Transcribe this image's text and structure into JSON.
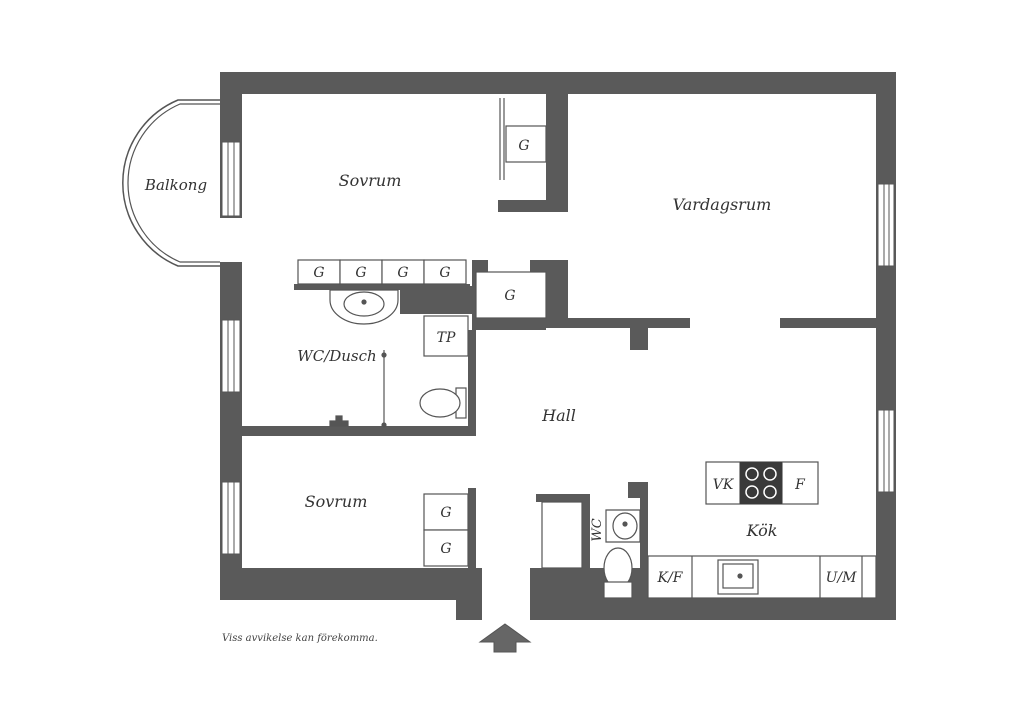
{
  "colors": {
    "wall": "#5a5a5a",
    "line": "#555555",
    "fixture": "#888888",
    "stove": "#3a3a3a",
    "background": "#ffffff"
  },
  "rooms": {
    "balcony": "Balkong",
    "bedroom_top": "Sovrum",
    "living_room": "Vardagsrum",
    "bathroom": "WC/Dusch",
    "hall": "Hall",
    "bedroom_bottom": "Sovrum",
    "kitchen": "Kök",
    "wc": "WC"
  },
  "fixtures": {
    "wardrobe": "G",
    "dryer": "TP",
    "stove": "VK",
    "fridge": "F",
    "freezer": "K/F",
    "dishwasher": "U/M"
  },
  "disclaimer": "Viss avvikelse kan förekomma.",
  "icons": {
    "entrance": "up-arrow-icon"
  }
}
